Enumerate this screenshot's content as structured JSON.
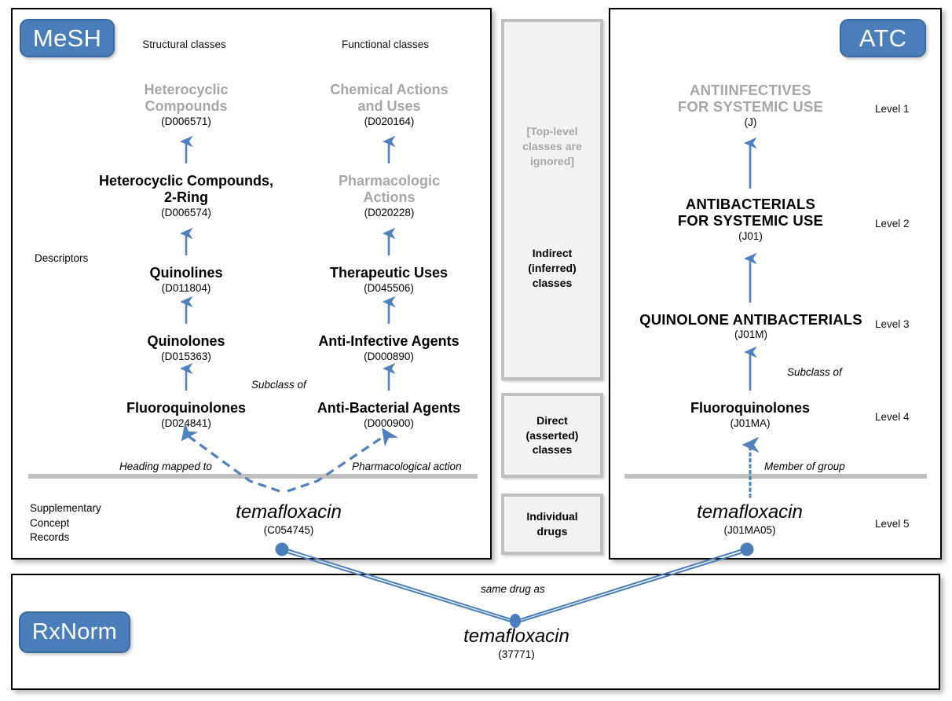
{
  "panels": {
    "mesh": {
      "badge": "MeSH",
      "column_headers": [
        "Structural classes",
        "Functional classes"
      ],
      "side_labels": {
        "descriptors": "Descriptors",
        "scr": "Supplementary\nConcept\nRecords"
      },
      "structural_chain": [
        {
          "name": "Heterocyclic\nCompounds",
          "id": "(D006571)",
          "style": "grey"
        },
        {
          "name": "Heterocyclic Compounds,\n2-Ring",
          "id": "(D006574)",
          "style": "bold"
        },
        {
          "name": "Quinolines",
          "id": "(D011804)",
          "style": "bold"
        },
        {
          "name": "Quinolones",
          "id": "(D015363)",
          "style": "bold"
        },
        {
          "name": "Fluoroquinolones",
          "id": "(D024841)",
          "style": "bold"
        }
      ],
      "functional_chain": [
        {
          "name": "Chemical Actions\nand Uses",
          "id": "(D020164)",
          "style": "grey"
        },
        {
          "name": "Pharmacologic\nActions",
          "id": "(D020228)",
          "style": "grey"
        },
        {
          "name": "Therapeutic Uses",
          "id": "(D045506)",
          "style": "bold"
        },
        {
          "name": "Anti-Infective Agents",
          "id": "(D000890)",
          "style": "bold"
        },
        {
          "name": "Anti-Bacterial Agents",
          "id": "(D000900)",
          "style": "bold"
        }
      ],
      "drug": {
        "name": "temafloxacin",
        "id": "(C054745)"
      },
      "edge_labels": {
        "subclass_of": "Subclass of",
        "heading_mapped_to": "Heading mapped to",
        "pharmacological_action": "Pharmacological action"
      }
    },
    "atc": {
      "badge": "ATC",
      "levels": [
        "Level 1",
        "Level 2",
        "Level 3",
        "Level 4",
        "Level 5"
      ],
      "chain": [
        {
          "name": "ANTIINFECTIVES\nFOR SYSTEMIC USE",
          "id": "(J)",
          "style": "grey"
        },
        {
          "name": "ANTIBACTERIALS\nFOR SYSTEMIC USE",
          "id": "(J01)",
          "style": "bold"
        },
        {
          "name": "QUINOLONE ANTIBACTERIALS",
          "id": "(J01M)",
          "style": "bold"
        },
        {
          "name": "Fluoroquinolones",
          "id": "(J01MA)",
          "style": "bold"
        }
      ],
      "drug": {
        "name": "temafloxacin",
        "id": "(J01MA05)"
      },
      "edge_labels": {
        "subclass_of": "Subclass of",
        "member_of_group": "Member of group"
      }
    },
    "rxnorm": {
      "badge": "RxNorm",
      "drug": {
        "name": "temafloxacin",
        "id": "(37771)"
      },
      "edge_labels": {
        "same_drug_as": "same drug as"
      }
    }
  },
  "legend": {
    "top_level_ignored": "[Top-level\nclasses are\nignored]",
    "indirect": "Indirect\n(inferred)\nclasses",
    "direct": "Direct\n(asserted)\nclasses",
    "individual": "Individual\ndrugs"
  },
  "colors": {
    "badge_blue": "#4a7ebb",
    "arrow_blue": "#4e81bd",
    "grey_text": "#a6a6a6",
    "divider_grey": "#bfbfbf",
    "legend_fill": "#f2f2f2"
  }
}
